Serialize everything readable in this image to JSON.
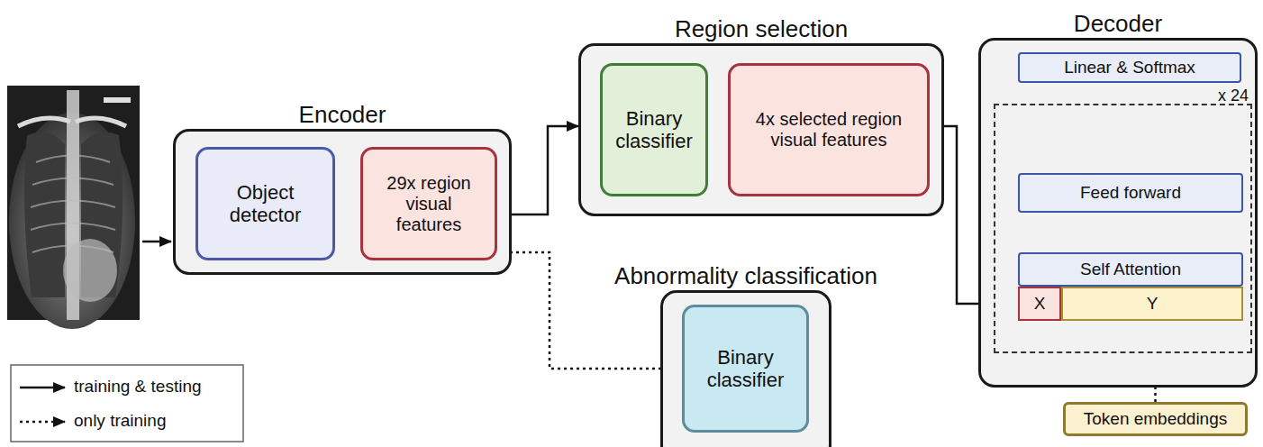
{
  "diagram": {
    "nodes": [
      {
        "text": [
          "Encoder"
        ]
      },
      {
        "text": [
          "Object detector"
        ],
        "in": 0
      },
      {
        "text": [
          "29x region visual features"
        ],
        "in": 0
      },
      {
        "text": [
          "Region selection"
        ]
      },
      {
        "text": [
          "Binary classifier"
        ],
        "in": 3
      },
      {
        "text": [
          "4x selected region visual features"
        ],
        "in": 3
      },
      {
        "text": [
          "Abnormality classification"
        ]
      },
      {
        "text": [
          "Binary classifier"
        ],
        "in": 6
      },
      {
        "text": [
          "Decoder"
        ]
      },
      {
        "text": [
          "x 24"
        ],
        "in": 8
      },
      {
        "text": [
          "Linear & Softmax"
        ],
        "in": 8
      },
      {
        "text": [
          "Feed forward"
        ],
        "in": 9
      },
      {
        "text": [
          "Self Attention"
        ],
        "in": 9
      },
      {
        "text": [
          "X"
        ],
        "in": 9
      },
      {
        "text": [
          "Y"
        ],
        "in": 9
      },
      {
        "text": [
          "Token embeddings"
        ]
      }
    ],
    "edges": [
      {
        "from": 1,
        "to": 2,
        "arrow": "to"
      },
      {
        "from": 2,
        "to": 3,
        "arrow": "to"
      },
      {
        "from": 4,
        "to": 5,
        "arrow": "to"
      },
      {
        "from": 5,
        "to": 13,
        "arrow": "to"
      },
      {
        "from": 2,
        "to": 7,
        "arrow": "to"
      },
      {
        "from": 12,
        "to": 11,
        "arrow": "to"
      },
      {
        "from": 11,
        "to": 10,
        "arrow": "to"
      },
      {
        "from": 15,
        "to": 14,
        "arrow": "to"
      }
    ],
    "legend": [
      {
        "text": "training & testing"
      },
      {
        "text": "only training"
      }
    ]
  }
}
